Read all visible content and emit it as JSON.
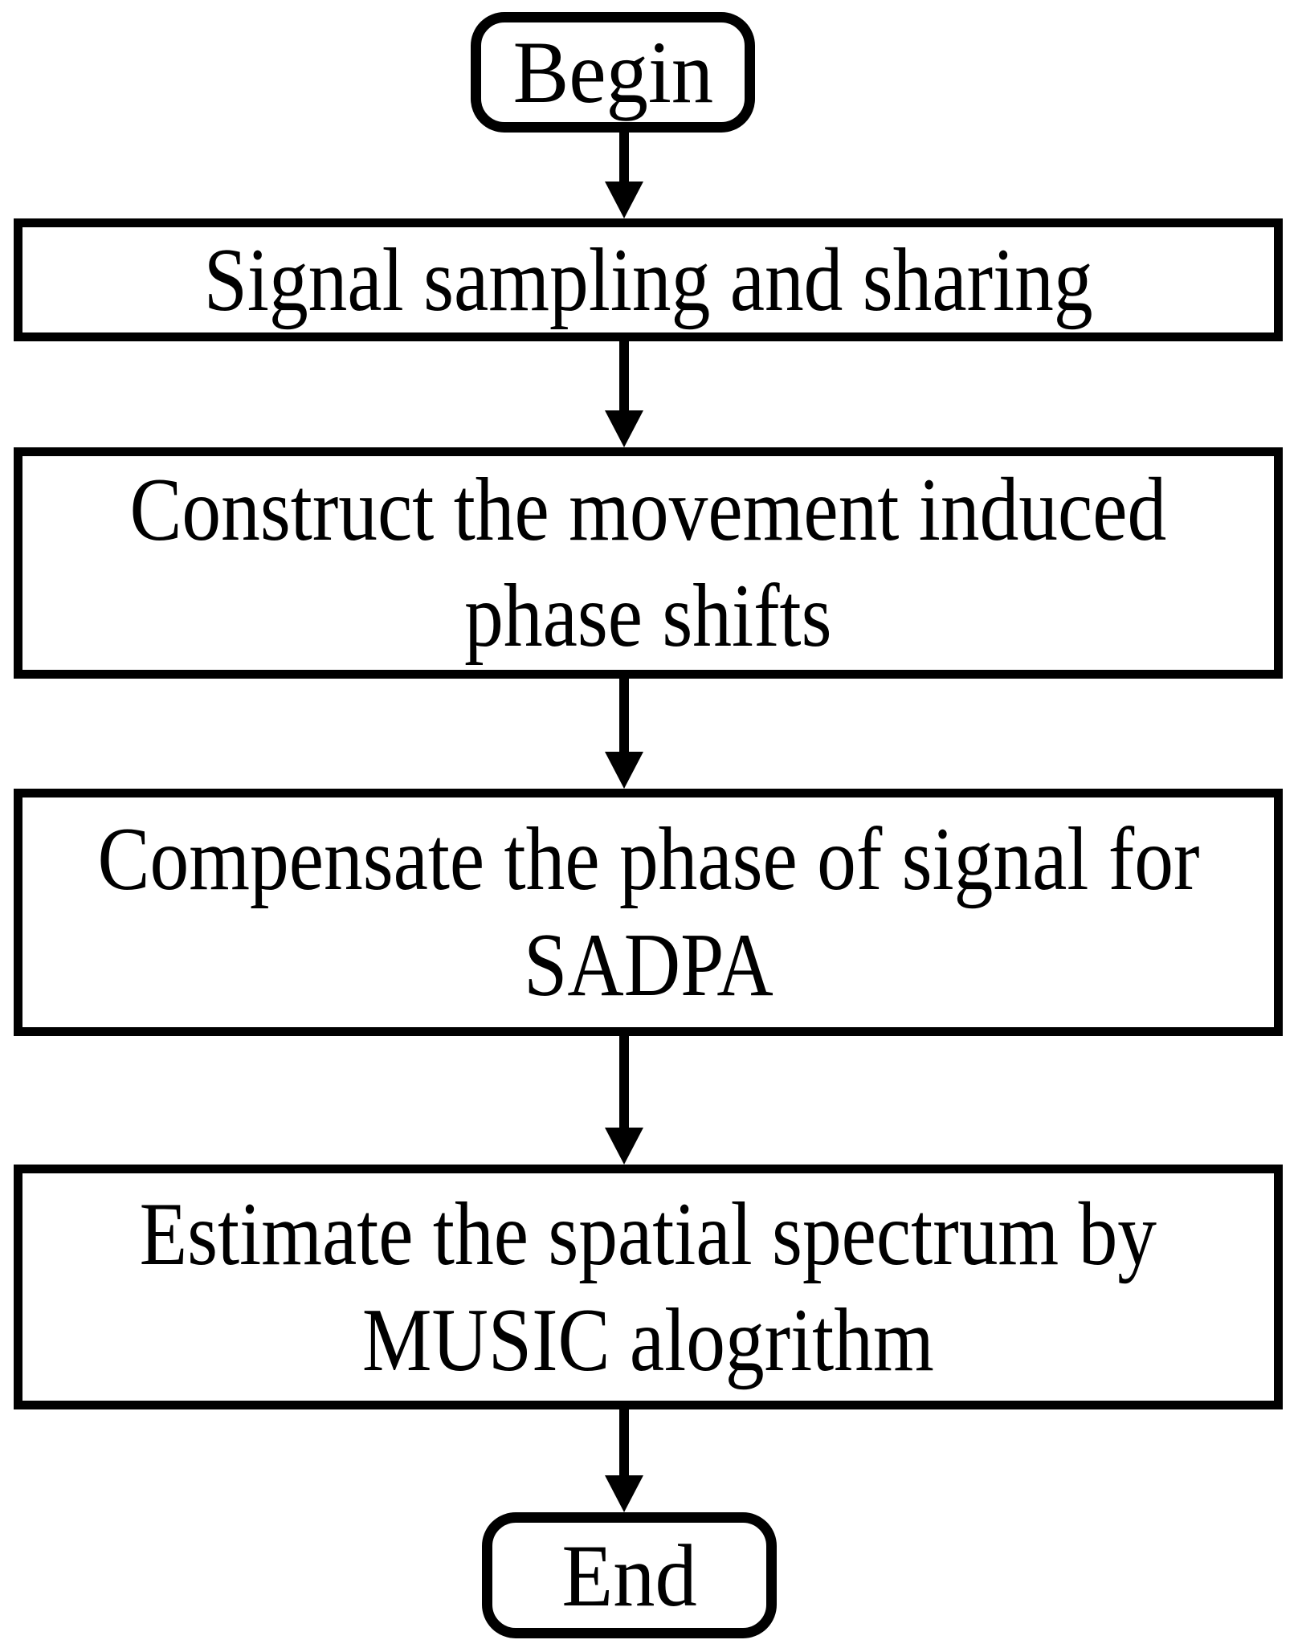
{
  "diagram": {
    "type": "flowchart",
    "background": "#ffffff",
    "stroke_color": "#000000",
    "text_color": "#000000",
    "nodes": {
      "begin": {
        "shape": "rounded-terminal",
        "label": "Begin"
      },
      "step1": {
        "shape": "rect-process",
        "line1": "Signal sampling and sharing"
      },
      "step2": {
        "shape": "rect-process",
        "line1": "Construct the movement induced",
        "line2": "phase shifts"
      },
      "step3": {
        "shape": "rect-process",
        "line1": "Compensate the phase of signal for",
        "line2": "SADPA"
      },
      "step4": {
        "shape": "rect-process",
        "line1": "Estimate the spatial spectrum by",
        "line2": "MUSIC alogrithm"
      },
      "end": {
        "shape": "rounded-terminal",
        "label": "End"
      }
    },
    "edges": [
      {
        "from": "begin",
        "to": "step1",
        "style": "arrow-down"
      },
      {
        "from": "step1",
        "to": "step2",
        "style": "arrow-down"
      },
      {
        "from": "step2",
        "to": "step3",
        "style": "arrow-down"
      },
      {
        "from": "step3",
        "to": "step4",
        "style": "arrow-down"
      },
      {
        "from": "step4",
        "to": "end",
        "style": "arrow-down"
      }
    ]
  }
}
